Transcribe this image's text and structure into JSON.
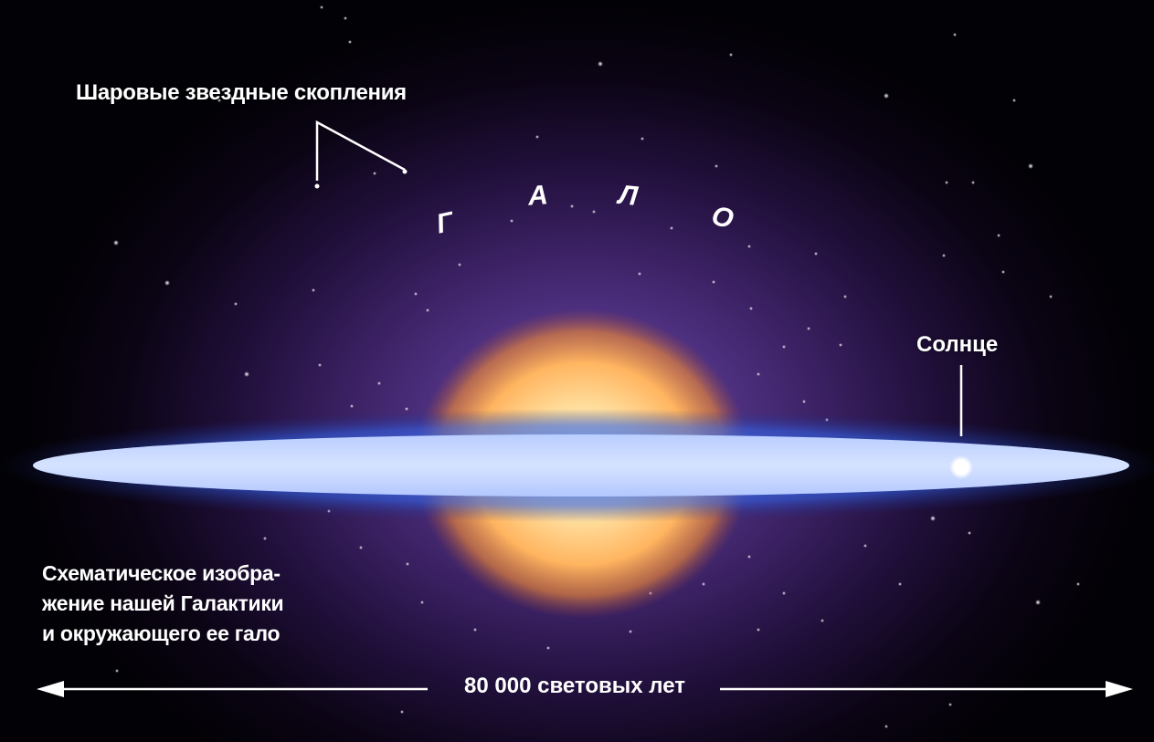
{
  "labels": {
    "globular_clusters": "Шаровые звездные скопления",
    "sun": "Солнце",
    "caption_lines": [
      "Схематическое изобра-",
      "жение нашей Галактики",
      "и окружающего ее гало"
    ],
    "scale": "80 000 световых лет"
  },
  "halo_letters": [
    "Г",
    "А",
    "Л",
    "О"
  ],
  "colors": {
    "background_core": "#6a4fa8",
    "background_edge": "#020105",
    "bulge": "#ffd27a",
    "disk": "#cfe0ff",
    "disk_edge": "#3a7bff",
    "text": "#ffffff"
  }
}
